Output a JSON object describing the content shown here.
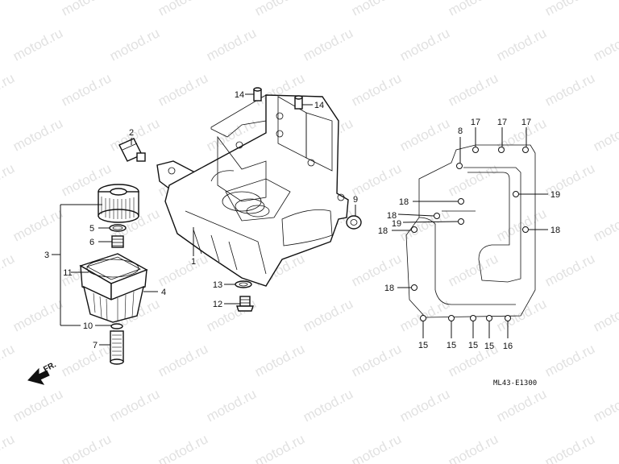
{
  "watermark": {
    "text": "motod.ru"
  },
  "diagram_code": "ML43-E1300",
  "direction_label": "FR.",
  "callouts": {
    "c1": "1",
    "c2": "2",
    "c3": "3",
    "c4": "4",
    "c5": "5",
    "c6": "6",
    "c7": "7",
    "c8": "8",
    "c9": "9",
    "c10": "10",
    "c11": "11",
    "c12": "12",
    "c13": "13",
    "c14a": "14",
    "c14b": "14",
    "c15a": "15",
    "c15b": "15",
    "c15c": "15",
    "c15d": "15",
    "c16": "16",
    "c17a": "17",
    "c17b": "17",
    "c17c": "17",
    "c18a": "18",
    "c18b": "18",
    "c18c": "18",
    "c18d": "18",
    "c18e": "18",
    "c19a": "19",
    "c19b": "19"
  }
}
